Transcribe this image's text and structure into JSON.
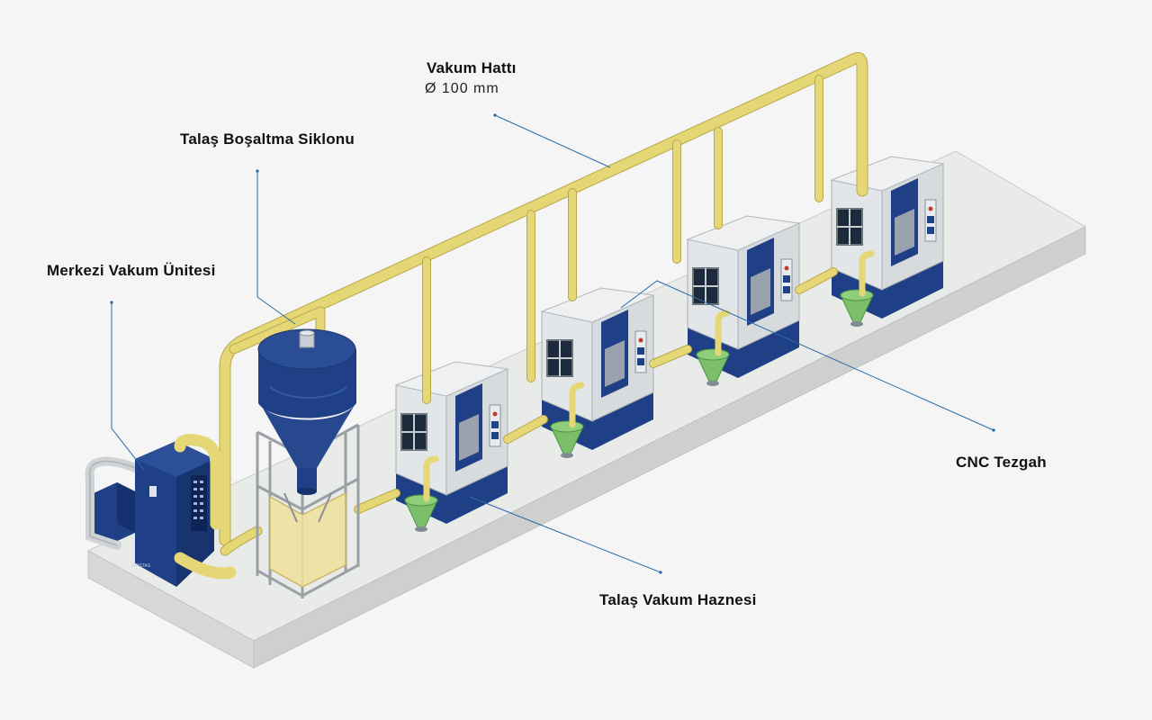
{
  "labels": {
    "vacuum_line": "Vakum Hattı",
    "vacuum_line_spec": "Ø 100 mm",
    "cyclone": "Talaş Boşaltma Siklonu",
    "central_unit": "Merkezi Vakum Ünitesi",
    "cnc_machine": "CNC Tezgah",
    "chip_hopper": "Talaş Vakum Haznesi"
  },
  "brand_mark": "ARISTAS",
  "colors": {
    "pipe": "#e6d776",
    "pipe_edge": "#b8a84a",
    "machine_blue": "#1f3f86",
    "machine_gray": "#e3e6e8",
    "hopper_green": "#7cbf6a",
    "leader_line": "#2a6aa8",
    "platform": "#e2e4e2"
  }
}
